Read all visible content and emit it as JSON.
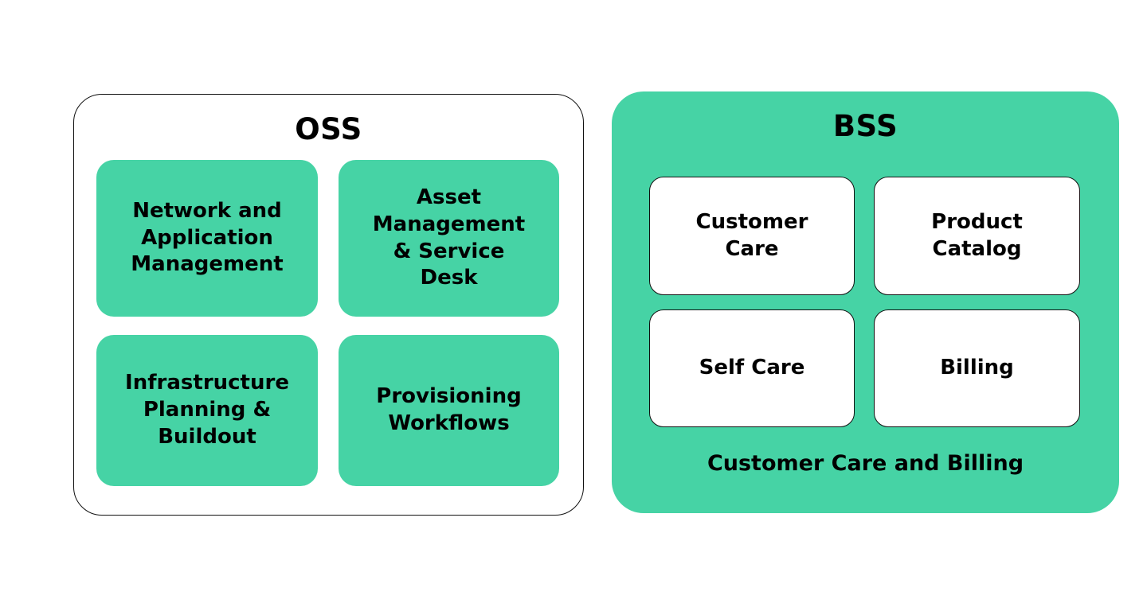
{
  "colors": {
    "accent_green": "#46d3a5",
    "outline_black": "#111111",
    "text": "#000000",
    "background": "#ffffff"
  },
  "oss": {
    "title": "OSS",
    "boxes": [
      {
        "label": "Network and\nApplication\nManagement"
      },
      {
        "label": "Asset\nManagement\n& Service\nDesk"
      },
      {
        "label": "Infrastructure\nPlanning &\nBuildout"
      },
      {
        "label": "Provisioning\nWorkflows"
      }
    ]
  },
  "bss": {
    "title": "BSS",
    "boxes": [
      {
        "label": "Customer\nCare"
      },
      {
        "label": "Product\nCatalog"
      },
      {
        "label": "Self Care"
      },
      {
        "label": "Billing"
      }
    ],
    "caption": "Customer Care and Billing"
  }
}
